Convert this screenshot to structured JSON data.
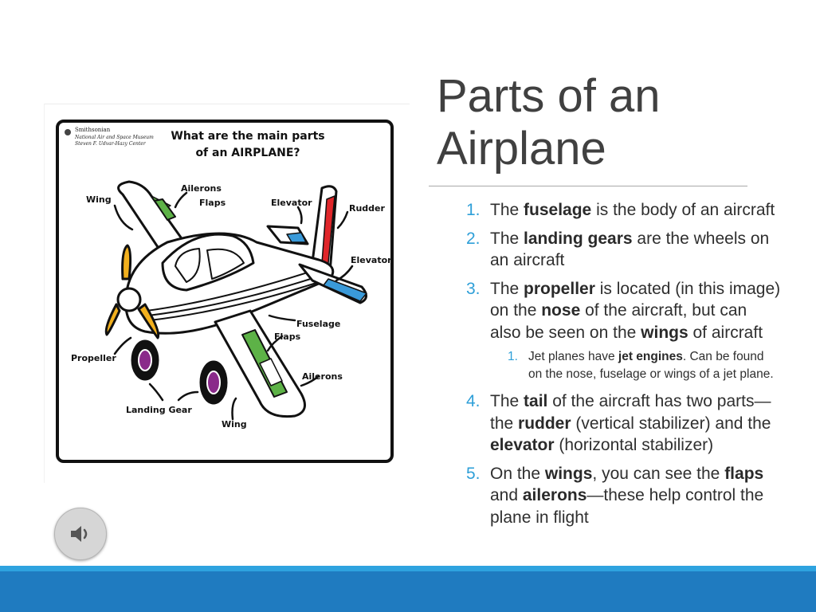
{
  "slide": {
    "title_line1": "Parts of an",
    "title_line2": "Airplane"
  },
  "poster": {
    "museum_line1": "Smithsonian",
    "museum_line2": "National Air and Space Museum",
    "museum_line3": "Steven F. Udvar-Hazy Center",
    "heading_line1": "What are the main parts",
    "heading_line2": "of an AIRPLANE?",
    "labels": {
      "wing_top": "Wing",
      "ailerons_top": "Ailerons",
      "flaps_top": "Flaps",
      "elevator_top": "Elevator",
      "rudder": "Rudder",
      "elevator_right": "Elevator",
      "fuselage": "Fuselage",
      "flaps_mid": "Flaps",
      "ailerons_bottom": "Ailerons",
      "propeller": "Propeller",
      "landing_gear": "Landing Gear",
      "wing_bottom": "Wing"
    }
  },
  "list": {
    "item1": {
      "num": "1.",
      "a": "The ",
      "b1": "fuselage",
      "c": " is the body of an aircraft"
    },
    "item2": {
      "num": "2.",
      "a": "The ",
      "b1": "landing gears",
      "c": " are the wheels on an aircraft"
    },
    "item3": {
      "num": "3.",
      "a": "The ",
      "b1": "propeller",
      "c": " is located (in this image) on the ",
      "b2": "nose",
      "d": " of the aircraft, but can also be seen on the ",
      "b3": "wings",
      "e": " of aircraft"
    },
    "sub1": {
      "num": "1.",
      "a": "Jet planes have ",
      "b1": "jet engines",
      "c": ". Can be found on the nose, fuselage or wings of a jet plane."
    },
    "item4": {
      "num": "4.",
      "a": "The ",
      "b1": "tail",
      "c": " of the aircraft has two parts—the ",
      "b2": "rudder",
      "d": " (vertical stabilizer) and the ",
      "b3": "elevator",
      "e": " (horizontal stabilizer)"
    },
    "item5": {
      "num": "5.",
      "a": "On the ",
      "b1": "wings",
      "c": ", you can see the ",
      "b2": "flaps",
      "d": " and ",
      "b3": "ailerons",
      "e": "—these help control the plane in flight"
    }
  },
  "colors": {
    "accent": "#2e9fd8",
    "footer_light": "#2ea3df",
    "footer_dark": "#1f7bc0",
    "flaps_green": "#5db247",
    "elevator_blue": "#3a9ad9",
    "rudder_red": "#e0262a",
    "propeller_yellow": "#f2b01e",
    "wheel_purple": "#8a2a8a"
  },
  "audio_button": {
    "icon": "speaker-icon"
  }
}
